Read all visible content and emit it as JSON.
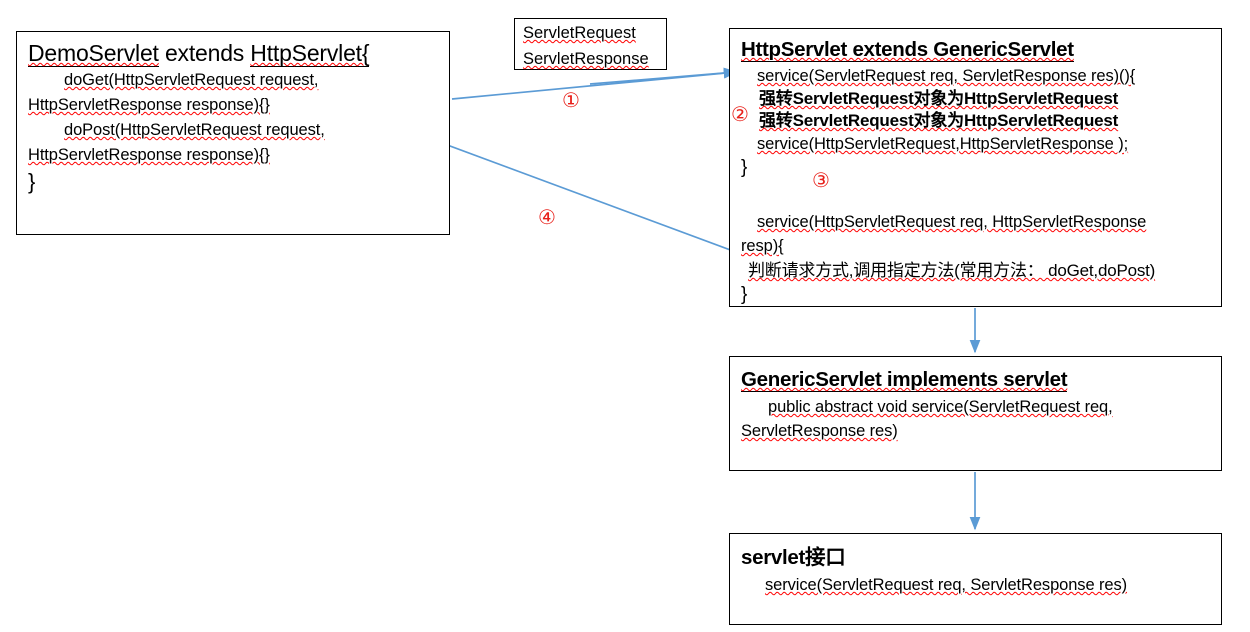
{
  "diagram": {
    "title": "Servlet inheritance / request dispatch flow",
    "colors": {
      "box_border": "#000000",
      "background": "#ffffff",
      "arrow": "#5B9BD5",
      "number_marker": "#e8201a",
      "spellcheck_underline": "#ff0000"
    }
  },
  "boxes": {
    "demo_servlet": {
      "name": "DemoServlet",
      "title_prefix": "DemoServlet",
      "title_mid": "  extends  ",
      "title_suffix": "HttpServlet{",
      "lines": [
        "doGet(HttpServletRequest request,",
        "HttpServletResponse response){}",
        "doPost(HttpServletRequest request,",
        "HttpServletResponse response){}"
      ],
      "closing_brace": "}"
    },
    "servlet_req_res": {
      "line1": "ServletRequest",
      "line2": "ServletResponse"
    },
    "http_servlet": {
      "title": "HttpServlet extends GenericServlet",
      "line_service_signature": "service(ServletRequest req, ServletResponse res)(){",
      "line_cast_1": "强转ServletRequest对象为HttpServletRequest",
      "line_cast_2": "强转ServletRequest对象为HttpServletRequest",
      "line_service_call": "service(HttpServletRequest,HttpServletResponse );",
      "closing_brace_1": "}",
      "line_service2_a": "service(HttpServletRequest req, HttpServletResponse",
      "line_service2_b": "resp){",
      "line_comment": "判断请求方式,调用指定方法(常用方法： doGet,doPost)",
      "closing_brace_2": "}"
    },
    "generic_servlet": {
      "title": "GenericServlet  implements  servlet",
      "line1": "public abstract void service(ServletRequest req,",
      "line2": "ServletResponse res)"
    },
    "servlet_interface": {
      "title": "servlet接口",
      "line1": "service(ServletRequest req, ServletResponse res)"
    }
  },
  "markers": [
    {
      "id": "marker-1",
      "label": "①"
    },
    {
      "id": "marker-2",
      "label": "②"
    },
    {
      "id": "marker-3",
      "label": "③"
    },
    {
      "id": "marker-4",
      "label": "④"
    }
  ],
  "arrows": [
    {
      "name": "arrow-demoservlet-to-httpservlet-service",
      "marker": "①",
      "from": "DemoServlet box right edge",
      "to": "HttpServlet service(ServletRequest...)"
    },
    {
      "name": "arrow-service-to-service-call",
      "marker": "②",
      "from": "service signature",
      "to": "service(HttpServletRequest,HttpServletResponse);"
    },
    {
      "name": "arrow-service-call-to-http-service",
      "marker": "③",
      "from": "service(HttpServletRequest,HttpServletResponse);",
      "to": "service(HttpServletRequest req, HttpServletResponse resp){"
    },
    {
      "name": "arrow-httpservlet-back-to-demoservlet",
      "marker": "④",
      "from": "HttpServlet dispatch comment",
      "to": "DemoServlet doGet/doPost"
    },
    {
      "name": "arrow-httpservlet-to-genericservlet",
      "marker": "",
      "from": "HttpServlet box bottom",
      "to": "GenericServlet box top"
    },
    {
      "name": "arrow-genericservlet-to-servletinterface",
      "marker": "",
      "from": "GenericServlet box bottom",
      "to": "servlet interface box top"
    },
    {
      "name": "arrow-servletreqres-to-httpservlet",
      "marker": "",
      "from": "ServletRequest/ServletResponse box",
      "to": "HttpServlet service method"
    }
  ]
}
